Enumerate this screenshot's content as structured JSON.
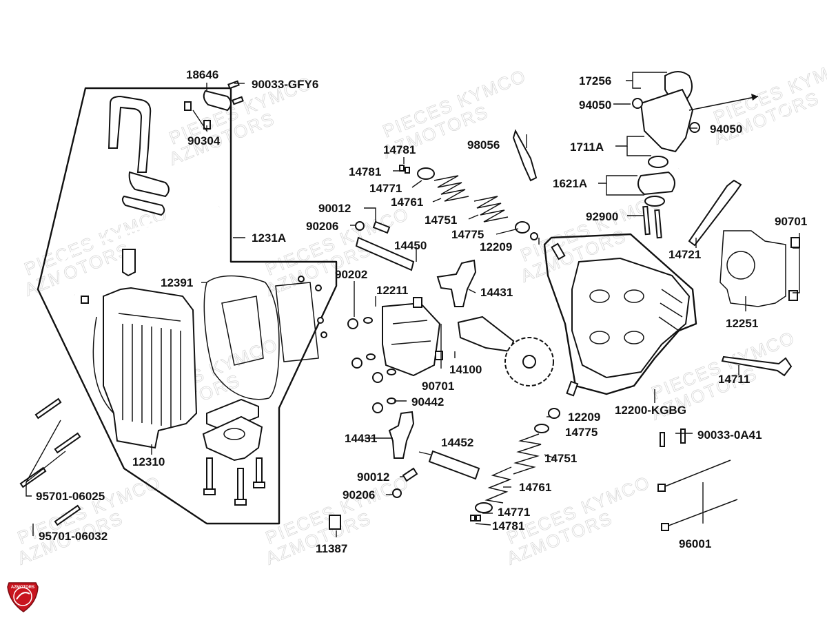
{
  "watermarks": [
    "PIECES KYMCO",
    "AZMOTORS"
  ],
  "brand": {
    "logo_text": "AZMOTORS",
    "logo_color": "#c8141e"
  },
  "part_labels": [
    "18646",
    "90033-GFY6",
    "90304",
    "1231A",
    "12391",
    "12310",
    "95701-06025",
    "95701-06032",
    "14781",
    "14781",
    "14771",
    "14761",
    "14751",
    "14775",
    "12209",
    "90012",
    "90206",
    "14450",
    "90202",
    "12211",
    "14431",
    "14100",
    "90701",
    "90442",
    "98056",
    "14431",
    "14452",
    "90012",
    "90206",
    "11387",
    "12209",
    "14775",
    "14751",
    "14761",
    "14771",
    "14781",
    "17256",
    "94050",
    "94050",
    "1711A",
    "1621A",
    "92900",
    "14721",
    "90701",
    "12251",
    "14711",
    "12200-KGBG",
    "90033-0A41",
    "96001"
  ]
}
